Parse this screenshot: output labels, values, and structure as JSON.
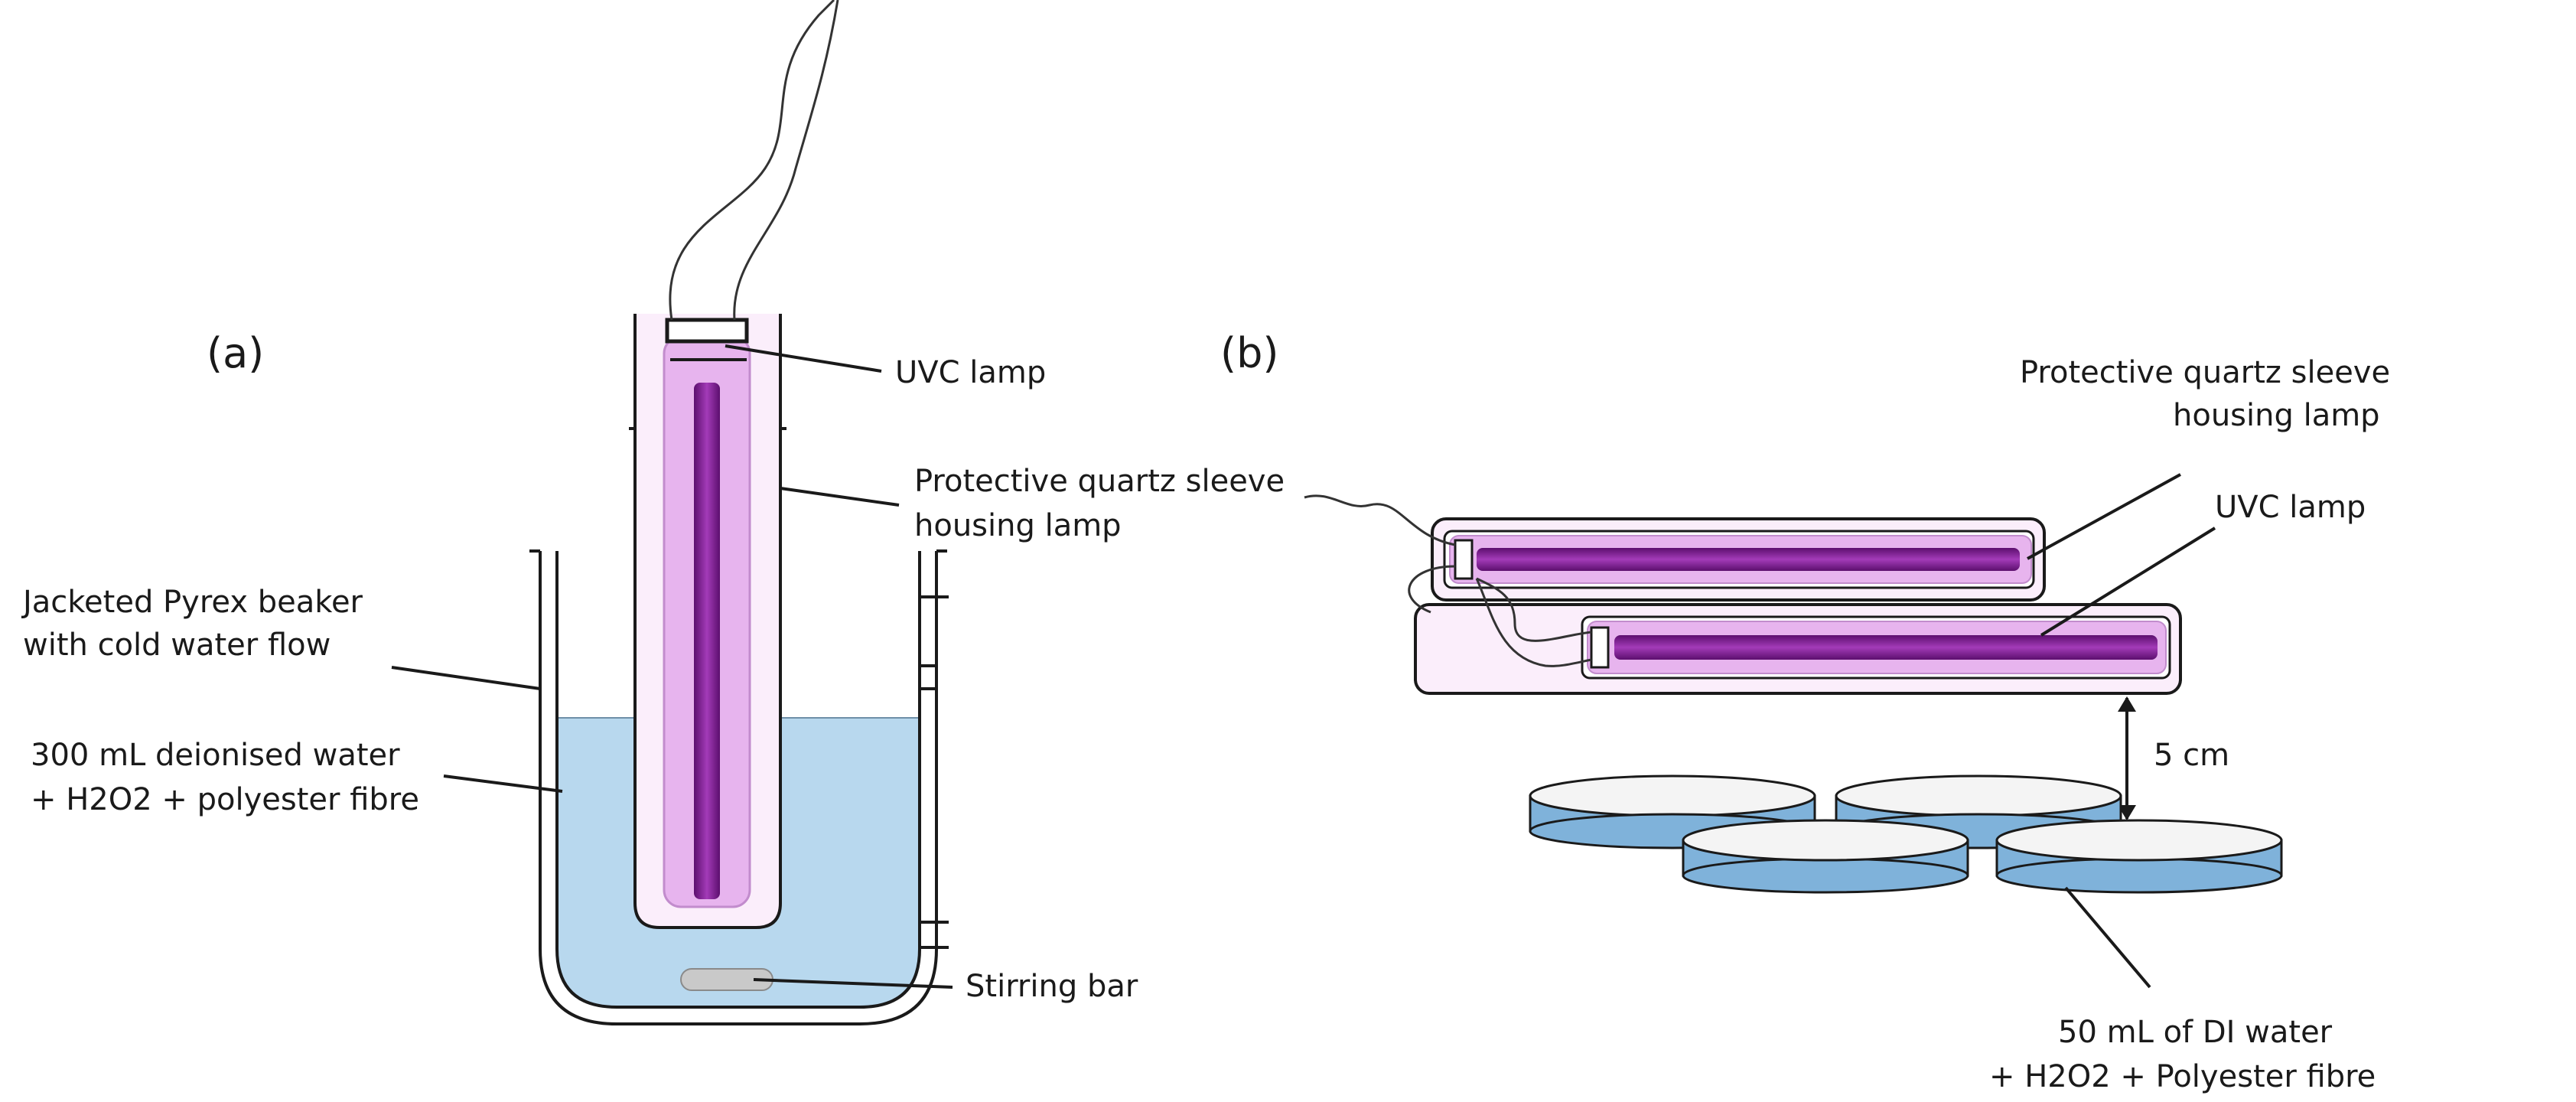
{
  "panels": {
    "a": "(a)",
    "b": "(b)"
  },
  "labels_a": {
    "uvc_lamp": "UVC lamp",
    "sleeve_line1": "Protective quartz sleeve",
    "sleeve_line2": "housing lamp",
    "beaker_line1": "Jacketed Pyrex beaker",
    "beaker_line2": "with cold water flow",
    "solution_line1": "300 mL deionised water",
    "solution_line2": "+ H2O2 + polyester fibre",
    "stirring_bar": "Stirring bar"
  },
  "labels_b": {
    "sleeve_line1": "Protective quartz sleeve",
    "sleeve_line2": "housing lamp",
    "uvc_lamp": "UVC lamp",
    "distance": "5 cm",
    "dish_line1": "50 mL of DI water",
    "dish_line2": "+ H2O2 + Polyester fibre"
  },
  "colors": {
    "sleeve_fill": "#f6d6f6",
    "lamp_fill": "#e7b4ee",
    "lamp_core": "#7a1d8c",
    "water": "#b8d8ee",
    "dish_side": "#7fb2da",
    "stroke": "#1a1a1a"
  }
}
